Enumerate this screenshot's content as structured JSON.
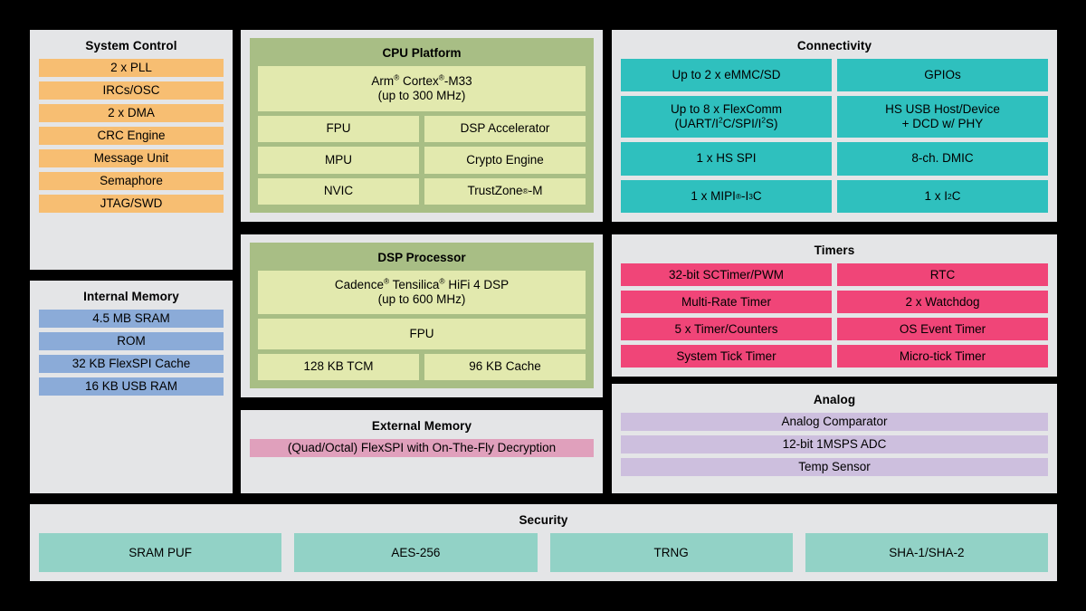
{
  "diagram": {
    "background_color": "#000000",
    "panel_background": "#e4e5e7"
  },
  "panels": {
    "system_control": {
      "title": "System Control",
      "color": "#f7be72",
      "items": [
        "2 x PLL",
        "IRCs/OSC",
        "2 x DMA",
        "CRC Engine",
        "Message Unit",
        "Semaphore",
        "JTAG/SWD"
      ]
    },
    "internal_memory": {
      "title": "Internal Memory",
      "color": "#8babd8",
      "items": [
        "4.5 MB SRAM",
        "ROM",
        "32 KB FlexSPI Cache",
        "16 KB USB RAM"
      ]
    },
    "cpu_platform": {
      "title": "CPU Platform",
      "outer_color": "#a8be85",
      "inner_color": "#e2e9ae",
      "core_line1_pre": "Arm",
      "core_line1_sup1": "®",
      "core_line1_mid": " Cortex",
      "core_line1_sup2": "®",
      "core_line1_post": "-M33",
      "core_line2": "(up to 300 MHz)",
      "left_items": [
        "FPU",
        "MPU",
        "NVIC"
      ],
      "right_items": [
        "DSP Accelerator",
        "Crypto Engine"
      ],
      "trustzone_pre": "TrustZone",
      "trustzone_sup": "®",
      "trustzone_post": "-M"
    },
    "dsp_processor": {
      "title": "DSP Processor",
      "outer_color": "#a8be85",
      "inner_color": "#e2e9ae",
      "core_line1_pre": "Cadence",
      "core_line1_sup1": "®",
      "core_line1_mid": " Tensilica",
      "core_line1_sup2": "®",
      "core_line1_post": " HiFi 4 DSP",
      "core_line2": "(up to 600 MHz)",
      "fpu": "FPU",
      "tcm": "128 KB TCM",
      "cache": "96 KB Cache"
    },
    "external_memory": {
      "title": "External Memory",
      "color": "#e0a0bc",
      "item": "(Quad/Octal) FlexSPI with On-The-Fly Decryption"
    },
    "connectivity": {
      "title": "Connectivity",
      "color": "#2fc0be",
      "emmc": "Up to 2 x eMMC/SD",
      "gpios": "GPIOs",
      "flexcomm_line1": "Up to 8 x FlexComm",
      "flexcomm_line2_a": "(UART/I",
      "flexcomm_sup1": "2",
      "flexcomm_line2_b": "C/SPI/I",
      "flexcomm_sup2": "2",
      "flexcomm_line2_c": "S)",
      "usb_line1": "HS USB Host/Device",
      "usb_line2": "+ DCD w/ PHY",
      "hs_spi": "1 x HS SPI",
      "dmic": "8-ch. DMIC",
      "mipi_pre": "1 x MIPI",
      "mipi_sup1": "®",
      "mipi_mid": "-I",
      "mipi_sup2": "3",
      "mipi_post": "C",
      "i2c_pre": "1 x I",
      "i2c_sup": "2",
      "i2c_post": "C"
    },
    "timers": {
      "title": "Timers",
      "color": "#f04578",
      "left_items": [
        "32-bit SCTimer/PWM",
        "Multi-Rate Timer",
        "5 x Timer/Counters",
        "System Tick Timer"
      ],
      "right_items": [
        "RTC",
        "2 x Watchdog",
        "OS Event Timer",
        "Micro-tick Timer"
      ]
    },
    "analog": {
      "title": "Analog",
      "color": "#cdbfde",
      "items": [
        "Analog Comparator",
        "12-bit 1MSPS ADC",
        "Temp Sensor"
      ]
    },
    "security": {
      "title": "Security",
      "color": "#92d2c6",
      "items": [
        "SRAM PUF",
        "AES-256",
        "TRNG",
        "SHA-1/SHA-2"
      ]
    }
  }
}
